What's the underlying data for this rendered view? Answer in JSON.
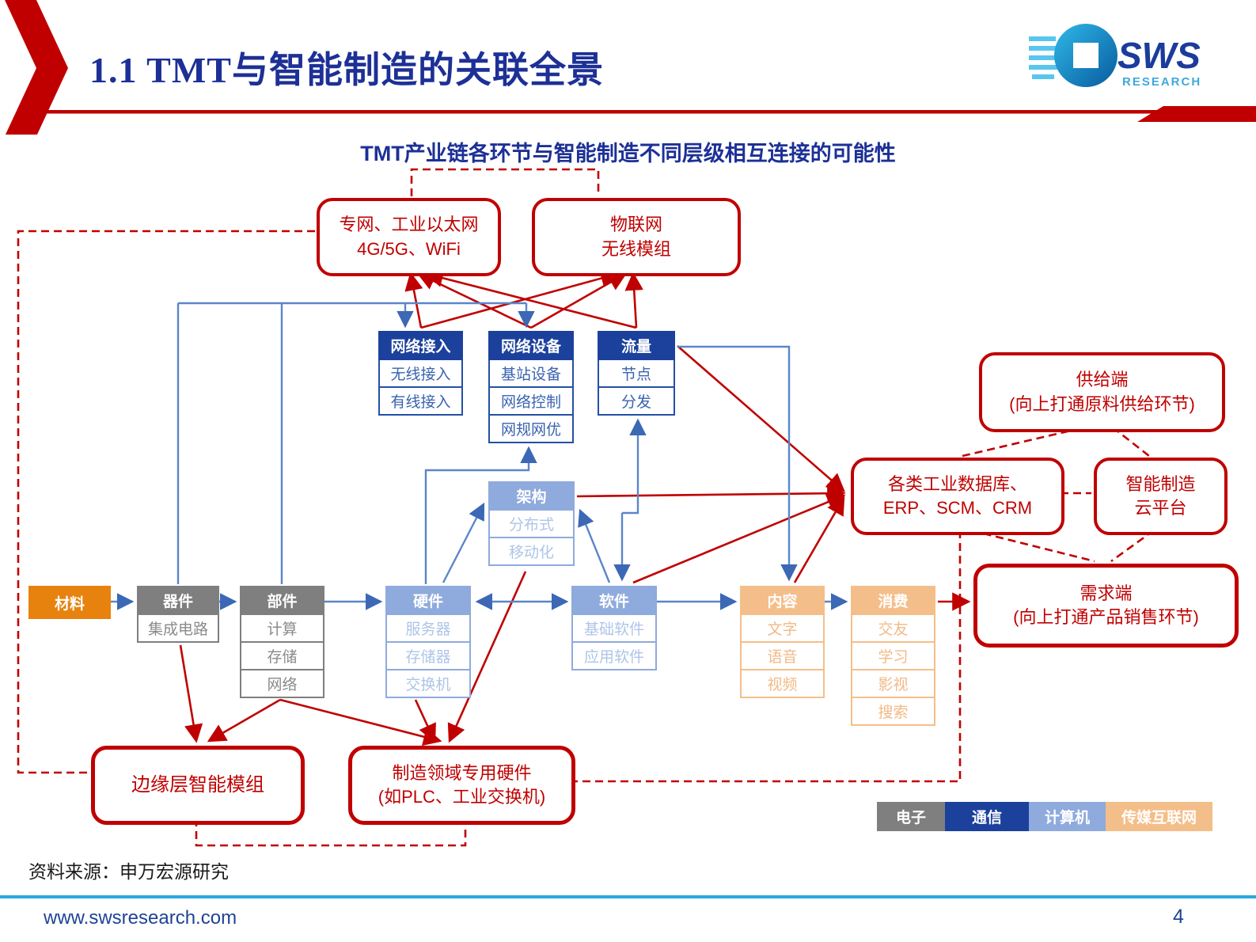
{
  "header": {
    "title": "1.1 TMT与智能制造的关联全景",
    "logo": {
      "name": "SWS",
      "sub": "RESEARCH"
    }
  },
  "subtitle": "TMT产业链各环节与智能制造不同层级相互连接的可能性",
  "diagram": {
    "top_boxes": {
      "private_network": {
        "line1": "专网、工业以太网",
        "line2": "4G/5G、WiFi"
      },
      "iot": {
        "line1": "物联网",
        "line2": "无线模组"
      },
      "supply_side": {
        "line1": "供给端",
        "line2": "(向上打通原料供给环节)"
      },
      "industrial_db": {
        "line1": "各类工业数据库、",
        "line2": "ERP、SCM、CRM"
      },
      "cloud_platform": {
        "line1": "智能制造",
        "line2": "云平台"
      },
      "demand_side": {
        "line1": "需求端",
        "line2": "(向上打通产品销售环节)"
      },
      "edge_module": {
        "line1": "边缘层智能模组"
      },
      "mfg_hardware": {
        "line1": "制造领域专用硬件",
        "line2": "(如PLC、工业交换机)"
      }
    },
    "tables": {
      "network_access": {
        "header": "网络接入",
        "rows": [
          "无线接入",
          "有线接入"
        ]
      },
      "network_equip": {
        "header": "网络设备",
        "rows": [
          "基站设备",
          "网络控制",
          "网规网优"
        ]
      },
      "traffic": {
        "header": "流量",
        "rows": [
          "节点",
          "分发"
        ]
      },
      "architecture": {
        "header": "架构",
        "rows": [
          "分布式",
          "移动化"
        ]
      },
      "material": {
        "header": "材料",
        "rows": []
      },
      "device": {
        "header": "器件",
        "rows": [
          "集成电路"
        ]
      },
      "component": {
        "header": "部件",
        "rows": [
          "计算",
          "存储",
          "网络"
        ]
      },
      "hardware": {
        "header": "硬件",
        "rows": [
          "服务器",
          "存储器",
          "交换机"
        ]
      },
      "software": {
        "header": "软件",
        "rows": [
          "基础软件",
          "应用软件"
        ]
      },
      "content": {
        "header": "内容",
        "rows": [
          "文字",
          "语音",
          "视频"
        ]
      },
      "consumption": {
        "header": "消费",
        "rows": [
          "交友",
          "学习",
          "影视",
          "搜索"
        ]
      }
    },
    "legend": {
      "electronics": "电子",
      "telecom": "通信",
      "computer": "计算机",
      "media": "传媒互联网"
    },
    "colors": {
      "accent_red": "#C00000",
      "telecom_blue": "#1c419c",
      "computer_blue": "#8FAADC",
      "electronics_gray": "#7F7F7F",
      "media_orange": "#F4BE8A",
      "material_orange": "#E8820E",
      "title_blue": "#1d3096",
      "footer_line_cyan": "#29A9E0"
    }
  },
  "footer": {
    "source": "资料来源：申万宏源研究",
    "website": "www.swsresearch.com",
    "page": "4"
  }
}
